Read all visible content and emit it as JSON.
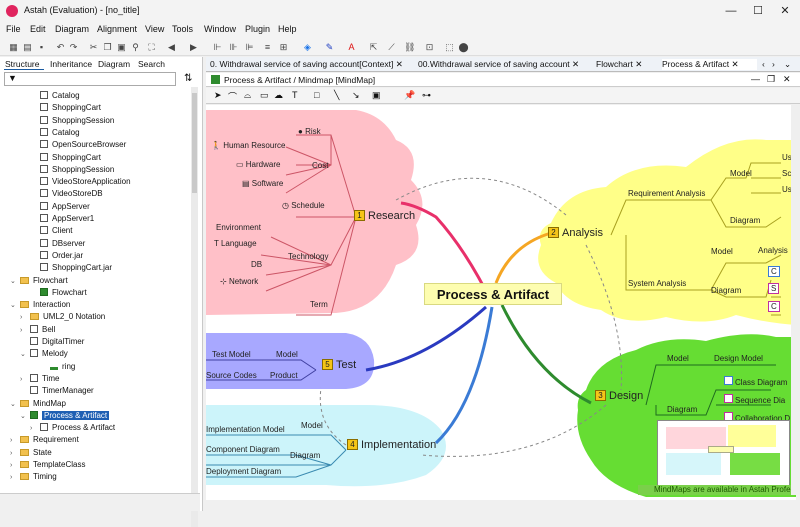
{
  "window": {
    "title": "Astah (Evaluation) - [no_title]",
    "minimize": "—",
    "maximize": "☐",
    "close": "✕"
  },
  "menu": [
    "File",
    "Edit",
    "Diagram",
    "Alignment",
    "View",
    "Tools",
    "Window",
    "Plugin",
    "Help"
  ],
  "left_tabs": [
    "Structure",
    "Inheritance",
    "Diagram",
    "Search"
  ],
  "filter_placeholder": "",
  "tree": [
    {
      "label": "Catalog",
      "icon": "class-icon",
      "indent": 4
    },
    {
      "label": "ShoppingCart",
      "icon": "class-icon",
      "indent": 4
    },
    {
      "label": "ShoppingSession",
      "icon": "class-icon",
      "indent": 4
    },
    {
      "label": "Catalog",
      "icon": "class-icon",
      "indent": 4
    },
    {
      "label": "OpenSourceBrowser",
      "icon": "component-icon",
      "indent": 4
    },
    {
      "label": "ShoppingCart",
      "icon": "component-icon",
      "indent": 4
    },
    {
      "label": "ShoppingSession",
      "icon": "component-icon",
      "indent": 4
    },
    {
      "label": "VideoStoreApplication",
      "icon": "component-icon",
      "indent": 4
    },
    {
      "label": "VideoStoreDB",
      "icon": "component-icon",
      "indent": 4
    },
    {
      "label": "AppServer",
      "icon": "node-icon",
      "indent": 4
    },
    {
      "label": "AppServer1",
      "icon": "node-icon",
      "indent": 4
    },
    {
      "label": "Client",
      "icon": "node-icon",
      "indent": 4
    },
    {
      "label": "DBserver",
      "icon": "node-icon",
      "indent": 4
    },
    {
      "label": "Order.jar",
      "icon": "artifact-icon",
      "indent": 4
    },
    {
      "label": "ShoppingCart.jar",
      "icon": "artifact-icon",
      "indent": 4
    },
    {
      "label": "Flowchart",
      "icon": "folder-icon",
      "indent": 2,
      "expander": "v"
    },
    {
      "label": "Flowchart",
      "icon": "flowchart-icon",
      "indent": 4
    },
    {
      "label": "Interaction",
      "icon": "folder-icon",
      "indent": 2,
      "expander": "v"
    },
    {
      "label": "UML2_0 Notation",
      "icon": "folder-icon",
      "indent": 3,
      "expander": ">"
    },
    {
      "label": "Bell",
      "icon": "class-icon",
      "indent": 3,
      "expander": ">"
    },
    {
      "label": "DigitalTimer",
      "icon": "class-icon",
      "indent": 3
    },
    {
      "label": "Melody",
      "icon": "class-icon",
      "indent": 3,
      "expander": "v"
    },
    {
      "label": "ring",
      "icon": "operation-icon",
      "indent": 5
    },
    {
      "label": "Time",
      "icon": "class-icon",
      "indent": 3,
      "expander": ">"
    },
    {
      "label": "TimerManager",
      "icon": "class-icon",
      "indent": 3
    },
    {
      "label": "MindMap",
      "icon": "folder-icon",
      "indent": 2,
      "expander": "v"
    },
    {
      "label": "Process & Artifact",
      "icon": "mindmap-icon",
      "indent": 3,
      "expander": "v",
      "selected": true
    },
    {
      "label": "Process & Artifact",
      "icon": "topic-icon",
      "indent": 4,
      "expander": ">"
    },
    {
      "label": "Requirement",
      "icon": "folder-icon",
      "indent": 2,
      "expander": ">"
    },
    {
      "label": "State",
      "icon": "folder-icon",
      "indent": 2,
      "expander": ">"
    },
    {
      "label": "TemplateClass",
      "icon": "folder-icon",
      "indent": 2,
      "expander": ">"
    },
    {
      "label": "Timing",
      "icon": "folder-icon",
      "indent": 2,
      "expander": ">"
    }
  ],
  "doc_tabs": [
    {
      "label": "0. Withdrawal service of saving account[Context]",
      "close": "✕"
    },
    {
      "label": "00.Withdrawal service of saving account",
      "close": "✕"
    },
    {
      "label": "Flowchart",
      "close": "✕"
    },
    {
      "label": "Process & Artifact",
      "close": "✕",
      "active": true
    }
  ],
  "diagram_header": "Process & Artifact / Mindmap [MindMap]",
  "mindmap": {
    "central": "Process & Artifact",
    "topics": [
      {
        "num": "1",
        "label": "Research"
      },
      {
        "num": "2",
        "label": "Analysis"
      },
      {
        "num": "3",
        "label": "Design"
      },
      {
        "num": "4",
        "label": "Implementation"
      },
      {
        "num": "5",
        "label": "Test"
      }
    ],
    "research": [
      "Risk",
      "Cost",
      "Human Resource",
      "Hardware",
      "Software",
      "Schedule",
      "Environment",
      "Language",
      "DB",
      "Network",
      "Technology",
      "Term"
    ],
    "analysis": [
      "Requirement Analysis",
      "Model",
      "Us",
      "Sc",
      "Us",
      "Diagram",
      "System Analysis",
      "Model",
      "Analysis",
      "Diagram",
      "C",
      "S",
      "C"
    ],
    "design": [
      "Model",
      "Design Model",
      "Diagram",
      "Class Diagram",
      "Sequence Dia",
      "Collaboration D"
    ],
    "implementation": [
      "Model",
      "Implementation Model",
      "Diagram",
      "Component Diagram",
      "Deployment Diagram"
    ],
    "test": [
      "Test Model",
      "Model",
      "Source Codes",
      "Product"
    ]
  },
  "tip_text": "MindMaps are available in Astah Profe",
  "colors": {
    "research": "#ffc0c8",
    "analysis": "#ffff88",
    "design": "#66dd33",
    "implementation": "#ccf4fa",
    "test": "#a8a8ff",
    "branch_research": "#e8306a",
    "branch_analysis": "#f5a623",
    "branch_design": "#2e8b2e",
    "branch_impl": "#3a7bd5",
    "branch_test": "#2a3ac0"
  }
}
